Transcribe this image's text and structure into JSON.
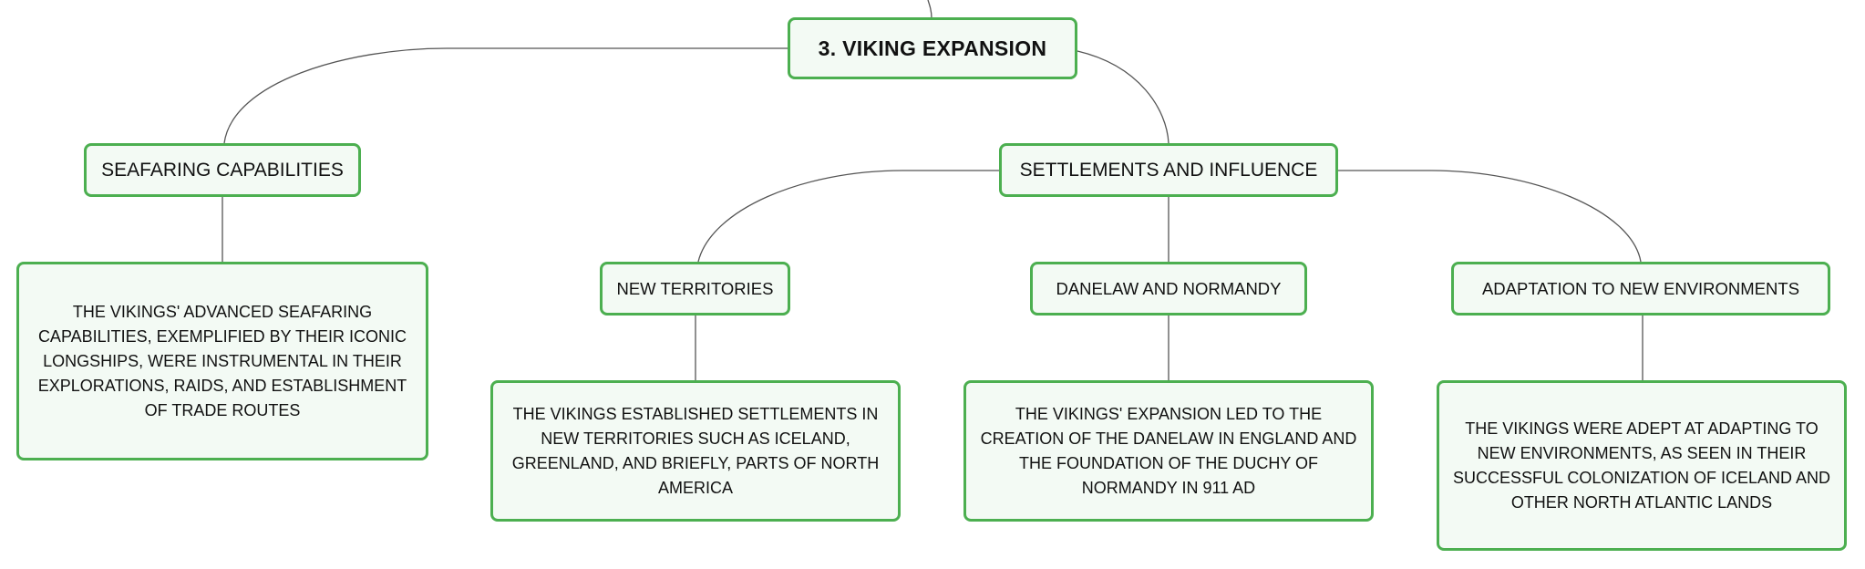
{
  "root": {
    "label": "3. VIKING EXPANSION"
  },
  "seafaring": {
    "label": "SEAFARING CAPABILITIES",
    "detail": "THE VIKINGS' ADVANCED SEAFARING CAPABILITIES, EXEMPLIFIED BY THEIR ICONIC LONGSHIPS, WERE INSTRUMENTAL IN THEIR EXPLORATIONS, RAIDS, AND ESTABLISHMENT OF TRADE ROUTES"
  },
  "settlements": {
    "label": "SETTLEMENTS AND INFLUENCE",
    "children": [
      {
        "label": "NEW TERRITORIES",
        "detail": "THE VIKINGS ESTABLISHED SETTLEMENTS IN NEW TERRITORIES SUCH AS ICELAND, GREENLAND, AND BRIEFLY, PARTS OF NORTH AMERICA"
      },
      {
        "label": "DANELAW AND NORMANDY",
        "detail": "THE VIKINGS' EXPANSION LED TO THE CREATION OF THE DANELAW IN ENGLAND AND THE FOUNDATION OF THE DUCHY OF NORMANDY IN 911 AD"
      },
      {
        "label": "ADAPTATION TO NEW ENVIRONMENTS",
        "detail": "THE VIKINGS WERE ADEPT AT ADAPTING TO NEW ENVIRONMENTS, AS SEEN IN THEIR SUCCESSFUL COLONIZATION OF ICELAND AND OTHER NORTH ATLANTIC LANDS"
      }
    ]
  },
  "colors": {
    "node_border": "#4caf50",
    "node_fill": "#f3faf4",
    "connector": "#555555"
  }
}
